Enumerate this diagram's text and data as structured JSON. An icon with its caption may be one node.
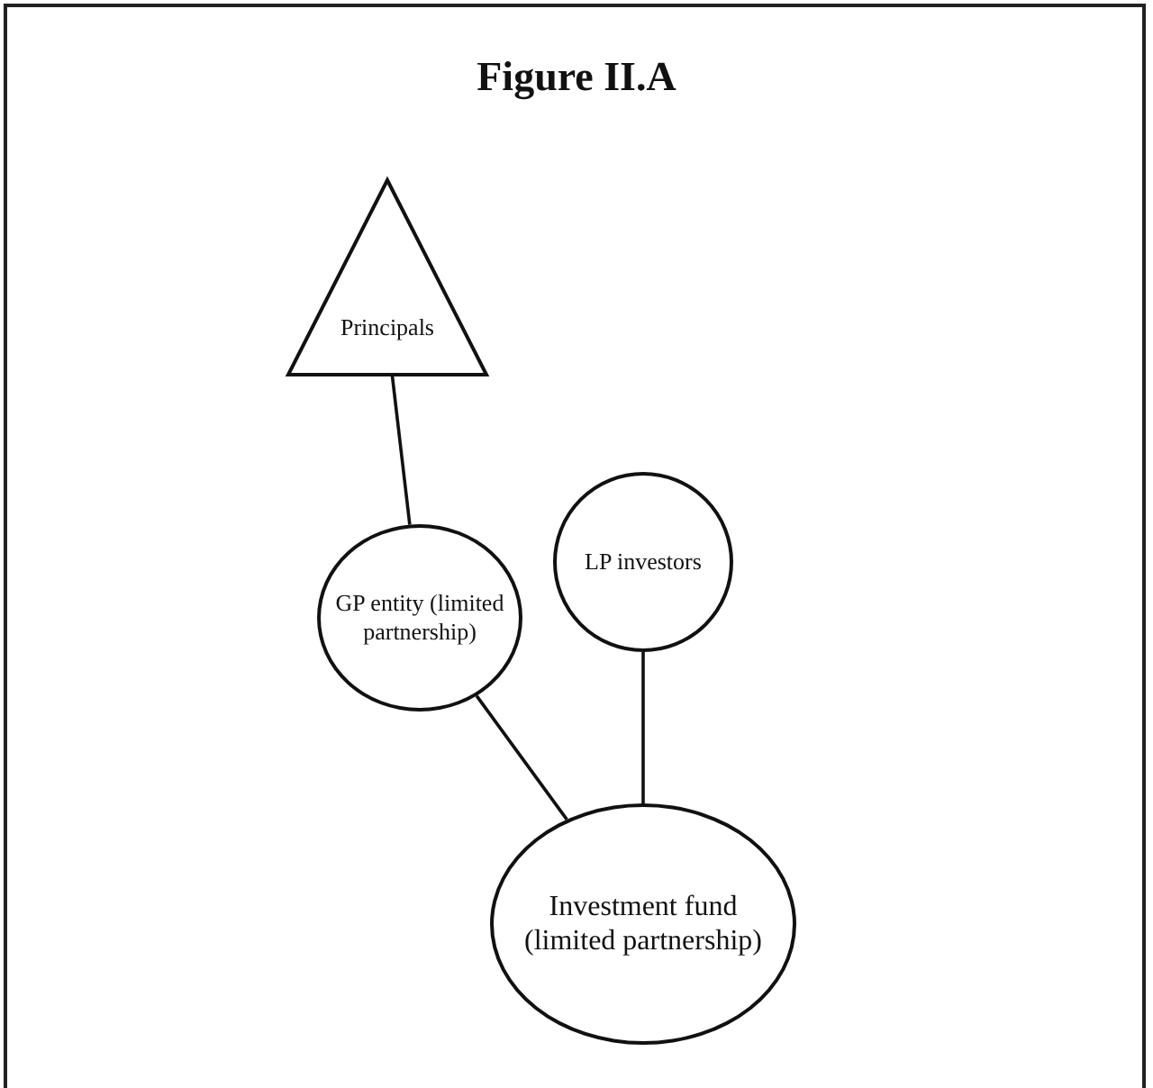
{
  "diagram": {
    "title": "Figure II.A",
    "nodes": [
      {
        "text": [
          "Principals"
        ]
      },
      {
        "text": [
          "GP entity (limited partnership)"
        ]
      },
      {
        "text": [
          "LP investors"
        ]
      },
      {
        "text": [
          "Investment fund (limited partnership)"
        ]
      }
    ],
    "edges": [
      {
        "from": 0,
        "to": 1,
        "arrow": "none"
      },
      {
        "from": 1,
        "to": 3,
        "arrow": "none"
      },
      {
        "from": 2,
        "to": 3,
        "arrow": "none"
      }
    ]
  }
}
